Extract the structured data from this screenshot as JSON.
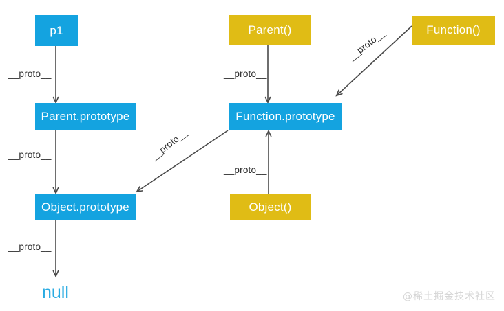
{
  "diagram": {
    "title": "JavaScript prototype chain diagram",
    "colors": {
      "blue": "#14A3E0",
      "gold": "#E0BC15",
      "arrow": "#4a4a4a",
      "null_text": "#29ABE2",
      "watermark": "#d6d6d6"
    },
    "nodes": [
      {
        "id": "p1",
        "label": "p1",
        "kind": "blue"
      },
      {
        "id": "parent-prototype",
        "label": "Parent.prototype",
        "kind": "blue"
      },
      {
        "id": "object-prototype",
        "label": "Object.prototype",
        "kind": "blue"
      },
      {
        "id": "function-prototype",
        "label": "Function.prototype",
        "kind": "blue"
      },
      {
        "id": "parent-fn",
        "label": "Parent()",
        "kind": "gold"
      },
      {
        "id": "function-fn",
        "label": "Function()",
        "kind": "gold"
      },
      {
        "id": "object-fn",
        "label": "Object()",
        "kind": "gold"
      },
      {
        "id": "null",
        "label": "null",
        "kind": "text"
      }
    ],
    "edges": [
      {
        "id": "p1-to-parent-prototype",
        "from": "p1",
        "to": "parent-prototype",
        "label": "__proto__"
      },
      {
        "id": "parent-prototype-to-object-prototype",
        "from": "parent-prototype",
        "to": "object-prototype",
        "label": "__proto__"
      },
      {
        "id": "object-prototype-to-null",
        "from": "object-prototype",
        "to": "null",
        "label": "__proto__"
      },
      {
        "id": "parent-fn-to-function-prototype",
        "from": "parent-fn",
        "to": "function-prototype",
        "label": "__proto__"
      },
      {
        "id": "function-fn-to-function-prototype",
        "from": "function-fn",
        "to": "function-prototype",
        "label": "__proto__"
      },
      {
        "id": "object-fn-to-function-prototype",
        "from": "object-fn",
        "to": "function-prototype",
        "label": "__proto__"
      },
      {
        "id": "function-prototype-to-object-prototype",
        "from": "function-prototype",
        "to": "object-prototype",
        "label": "__proto__"
      }
    ],
    "watermark": "@稀土掘金技术社区"
  }
}
